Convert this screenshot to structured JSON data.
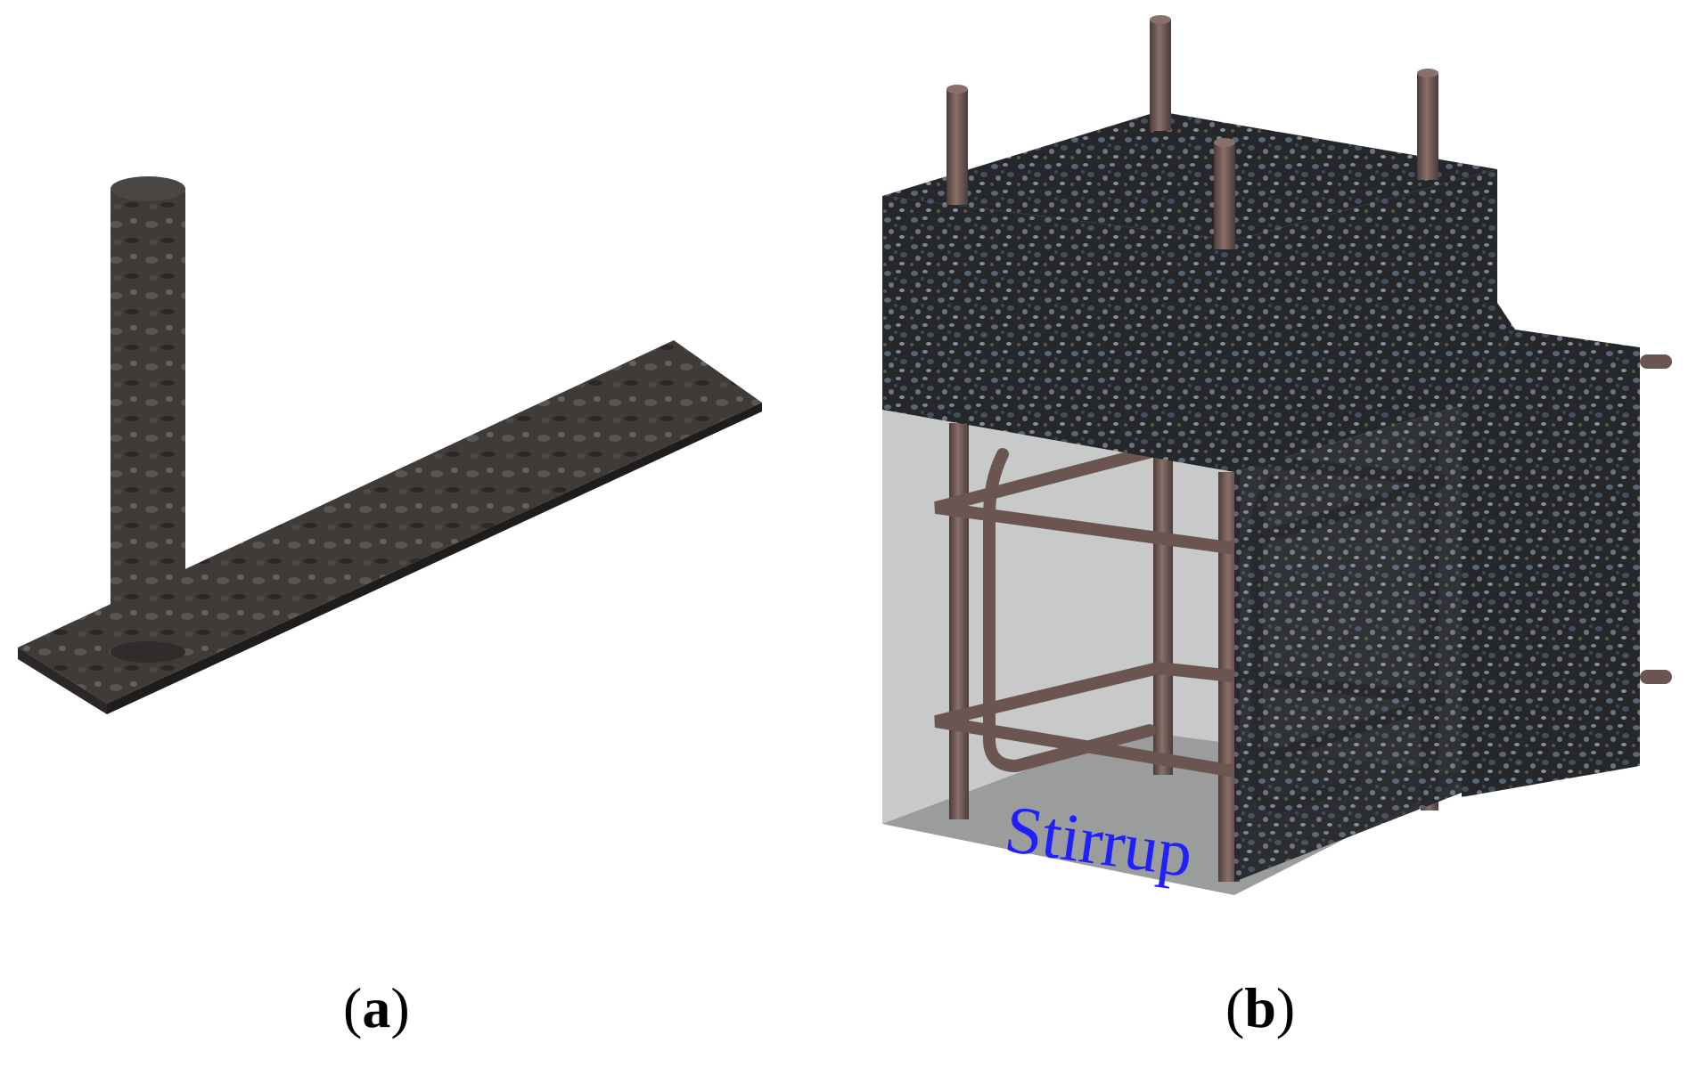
{
  "panels": [
    {
      "caption_open": "(",
      "caption_letter": "a",
      "caption_close": ")"
    },
    {
      "caption_open": "(",
      "caption_letter": "b",
      "caption_close": ")",
      "annotation": "Stirrup"
    }
  ],
  "colors": {
    "steel_dark": "#3d3a38",
    "concrete_dark": "#2e3034",
    "rebar": "#6a5550",
    "transparent_box": "#c8c9c9",
    "label_blue": "#1f1fff"
  }
}
